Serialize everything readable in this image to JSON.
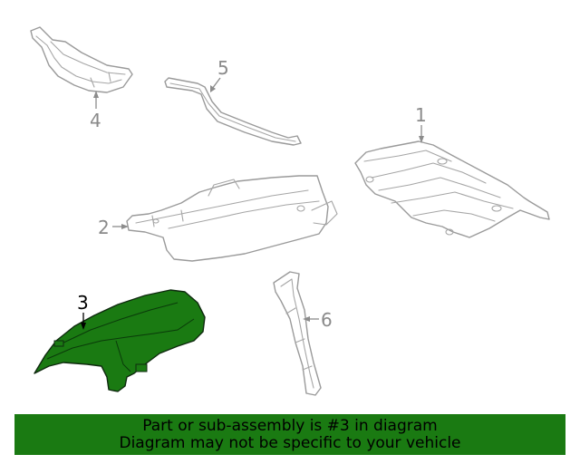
{
  "diagram": {
    "parts": [
      {
        "number": "1",
        "highlighted": false
      },
      {
        "number": "2",
        "highlighted": false
      },
      {
        "number": "3",
        "highlighted": true
      },
      {
        "number": "4",
        "highlighted": false
      },
      {
        "number": "5",
        "highlighted": false
      },
      {
        "number": "6",
        "highlighted": false
      }
    ],
    "highlight_color": "#1a7a12",
    "outline_color": "#9a9a9a"
  },
  "banner": {
    "line1": "Part or sub-assembly is #3 in diagram",
    "line2": "Diagram may not be specific to your vehicle",
    "background": "#1a7a12"
  }
}
